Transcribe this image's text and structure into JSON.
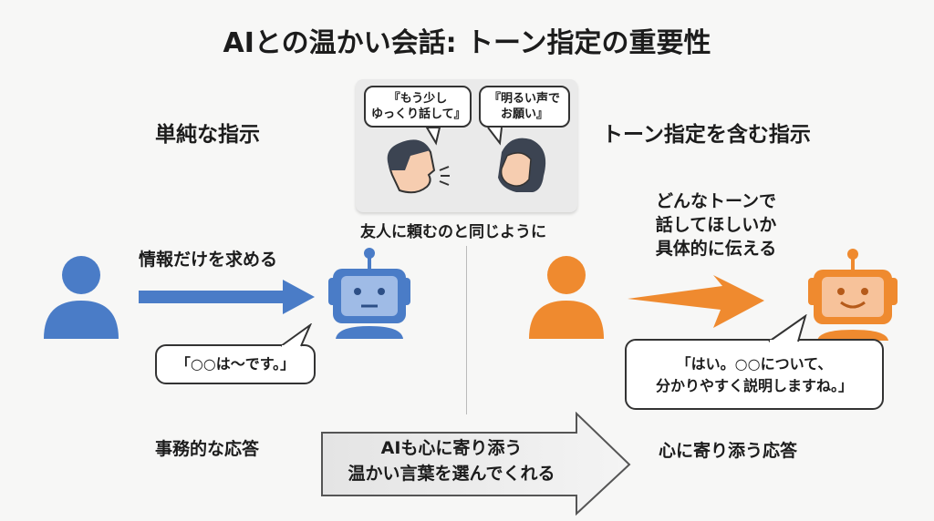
{
  "title": "AIとの温かい会話: トーン指定の重要性",
  "left": {
    "heading": "単純な指示",
    "arrow_label": "情報だけを求める",
    "robot_reply": "「○○は〜です。」",
    "result": "事務的な応答",
    "color": "#4a7cc7"
  },
  "center": {
    "bubble_man": [
      "『もう少し",
      "ゆっくり話して』"
    ],
    "bubble_woman": [
      "『明るい声で",
      "お願い』"
    ],
    "caption": "友人に頼むのと同じように",
    "bottom_arrow": [
      "AIも心に寄り添う",
      "温かい言葉を選んでくれる"
    ]
  },
  "right": {
    "heading": "トーン指定を含む指示",
    "arrow_label": [
      "どんなトーンで",
      "話してほしいか",
      "具体的に伝える"
    ],
    "robot_reply": [
      "「はい。○○について、",
      "分かりやすく説明しますね。」"
    ],
    "result": "心に寄り添う応答",
    "color": "#ef8a2f"
  }
}
